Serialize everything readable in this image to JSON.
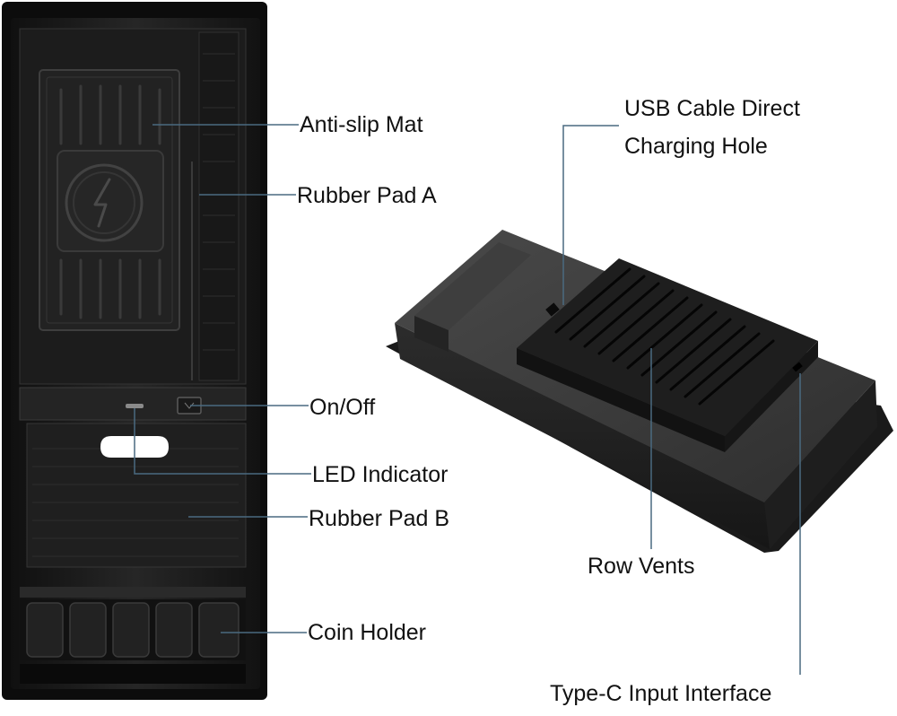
{
  "labels": {
    "anti_slip_mat": "Anti-slip Mat",
    "rubber_pad_a": "Rubber Pad A",
    "on_off": "On/Off",
    "led_indicator": "LED Indicator",
    "rubber_pad_b": "Rubber Pad B",
    "coin_holder": "Coin Holder",
    "usb_cable_line1": "USB Cable Direct",
    "usb_cable_line2": "Charging Hole",
    "row_vents": "Row Vents",
    "type_c": "Type-C Input Interface"
  },
  "colors": {
    "tray_dark": "#141414",
    "tray_body": "#2a2a2a",
    "tray_edge": "#3d3d3d",
    "leader_line": "#4a6a80",
    "label_text": "#111111",
    "background": "#ffffff"
  },
  "icons": {
    "wireless_charging": "charging-coil-icon",
    "power_switch": "power-button-icon"
  }
}
